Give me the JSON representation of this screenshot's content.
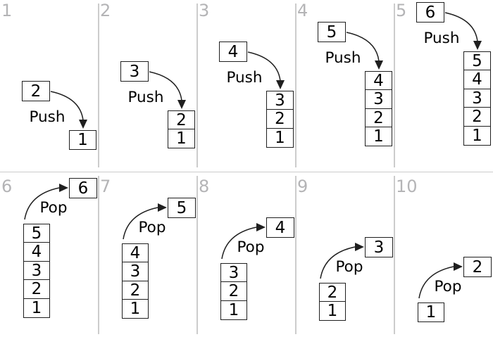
{
  "colors": {
    "background": "#ffffff",
    "divider": "#cccccc",
    "panel_number": "#b4b4b6",
    "box_border": "#1f1f1f",
    "arrow": "#1f1f1f",
    "text": "#000000"
  },
  "operations": {
    "push_label": "Push",
    "pop_label": "Pop"
  },
  "panels": [
    {
      "number": "1",
      "operation": "Push",
      "moving_value": "2",
      "stack": [
        "1"
      ]
    },
    {
      "number": "2",
      "operation": "Push",
      "moving_value": "3",
      "stack": [
        "2",
        "1"
      ]
    },
    {
      "number": "3",
      "operation": "Push",
      "moving_value": "4",
      "stack": [
        "3",
        "2",
        "1"
      ]
    },
    {
      "number": "4",
      "operation": "Push",
      "moving_value": "5",
      "stack": [
        "4",
        "3",
        "2",
        "1"
      ]
    },
    {
      "number": "5",
      "operation": "Push",
      "moving_value": "6",
      "stack": [
        "5",
        "4",
        "3",
        "2",
        "1"
      ]
    },
    {
      "number": "6",
      "operation": "Pop",
      "moving_value": "6",
      "stack": [
        "5",
        "4",
        "3",
        "2",
        "1"
      ]
    },
    {
      "number": "7",
      "operation": "Pop",
      "moving_value": "5",
      "stack": [
        "4",
        "3",
        "2",
        "1"
      ]
    },
    {
      "number": "8",
      "operation": "Pop",
      "moving_value": "4",
      "stack": [
        "3",
        "2",
        "1"
      ]
    },
    {
      "number": "9",
      "operation": "Pop",
      "moving_value": "3",
      "stack": [
        "2",
        "1"
      ]
    },
    {
      "number": "10",
      "operation": "Pop",
      "moving_value": "2",
      "stack": [
        "1"
      ]
    }
  ]
}
